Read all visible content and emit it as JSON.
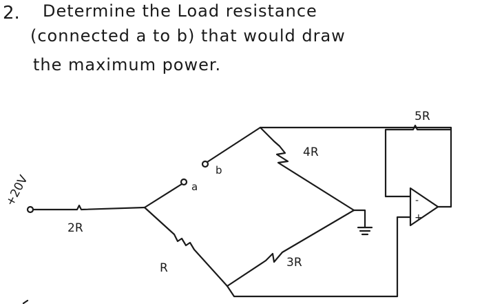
{
  "problem": {
    "number": "2.",
    "line1": "Determine the Load resistance",
    "line2": "(connected a to b) that would draw",
    "line3": "the maximum power."
  },
  "circuit": {
    "source_label": "+20V",
    "labels": {
      "r_2r": "2R",
      "r_r": "R",
      "r_4r": "4R",
      "r_3r": "3R",
      "r_5r": "5R",
      "terminal_a": "a",
      "terminal_b": "b",
      "opamp_minus": "-",
      "opamp_plus": "+"
    }
  }
}
